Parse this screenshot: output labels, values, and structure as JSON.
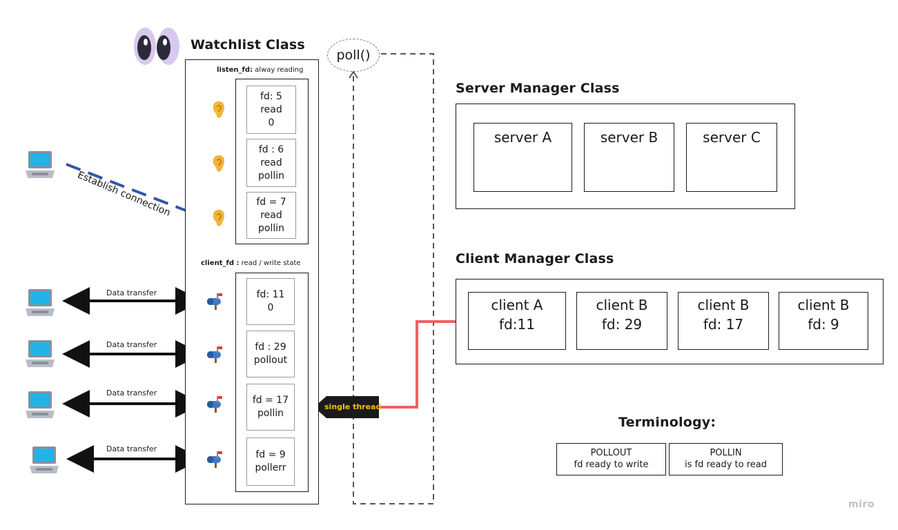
{
  "watchlist": {
    "title": "Watchlist Class",
    "listen_label_bold": "listen_fd:",
    "listen_label_rest": " alway reading",
    "listen_fds": [
      {
        "line1": "fd: 5",
        "line2": "read",
        "line3": "0"
      },
      {
        "line1": "fd : 6",
        "line2": "read",
        "line3": "pollin"
      },
      {
        "line1": "fd = 7",
        "line2": "read",
        "line3": "pollin"
      }
    ],
    "client_label_bold": "client_fd :",
    "client_label_rest": " read / write state",
    "client_fds": [
      {
        "line1": "fd: 11",
        "line2": "0"
      },
      {
        "line1": "fd : 29",
        "line2": "pollout"
      },
      {
        "line1": "fd = 17",
        "line2": "pollin"
      },
      {
        "line1": "fd = 9",
        "line2": "pollerr"
      }
    ]
  },
  "poll": {
    "label": "poll()"
  },
  "connection": {
    "label": "Establish connection"
  },
  "data_transfer": [
    "Data transfer",
    "Data transfer",
    "Data transfer",
    "Data transfer"
  ],
  "single_thread": {
    "label": "single thread",
    "color": "#1a1a1a",
    "text_color": "#f5c400"
  },
  "server_manager": {
    "title": "Server Manager Class",
    "servers": [
      "server A",
      "server B",
      "server C"
    ]
  },
  "client_manager": {
    "title": "Client Manager Class",
    "clients": [
      {
        "name": "client A",
        "fd": "fd:11"
      },
      {
        "name": "client B",
        "fd": "fd: 29"
      },
      {
        "name": "client B",
        "fd": "fd: 17"
      },
      {
        "name": "client B",
        "fd": "fd: 9"
      }
    ]
  },
  "terminology": {
    "title": "Terminology:",
    "items": [
      {
        "term": "POLLOUT",
        "desc": "fd ready to write"
      },
      {
        "term": "POLLIN",
        "desc": "is fd ready to read"
      }
    ]
  },
  "watermark": "miro",
  "icons": [
    "eyes-icon",
    "ear-icon",
    "mailbox-icon",
    "laptop-icon"
  ],
  "colors": {
    "connection_line": "#3056a8",
    "red_line": "#f06060",
    "dashed": "#555555"
  }
}
